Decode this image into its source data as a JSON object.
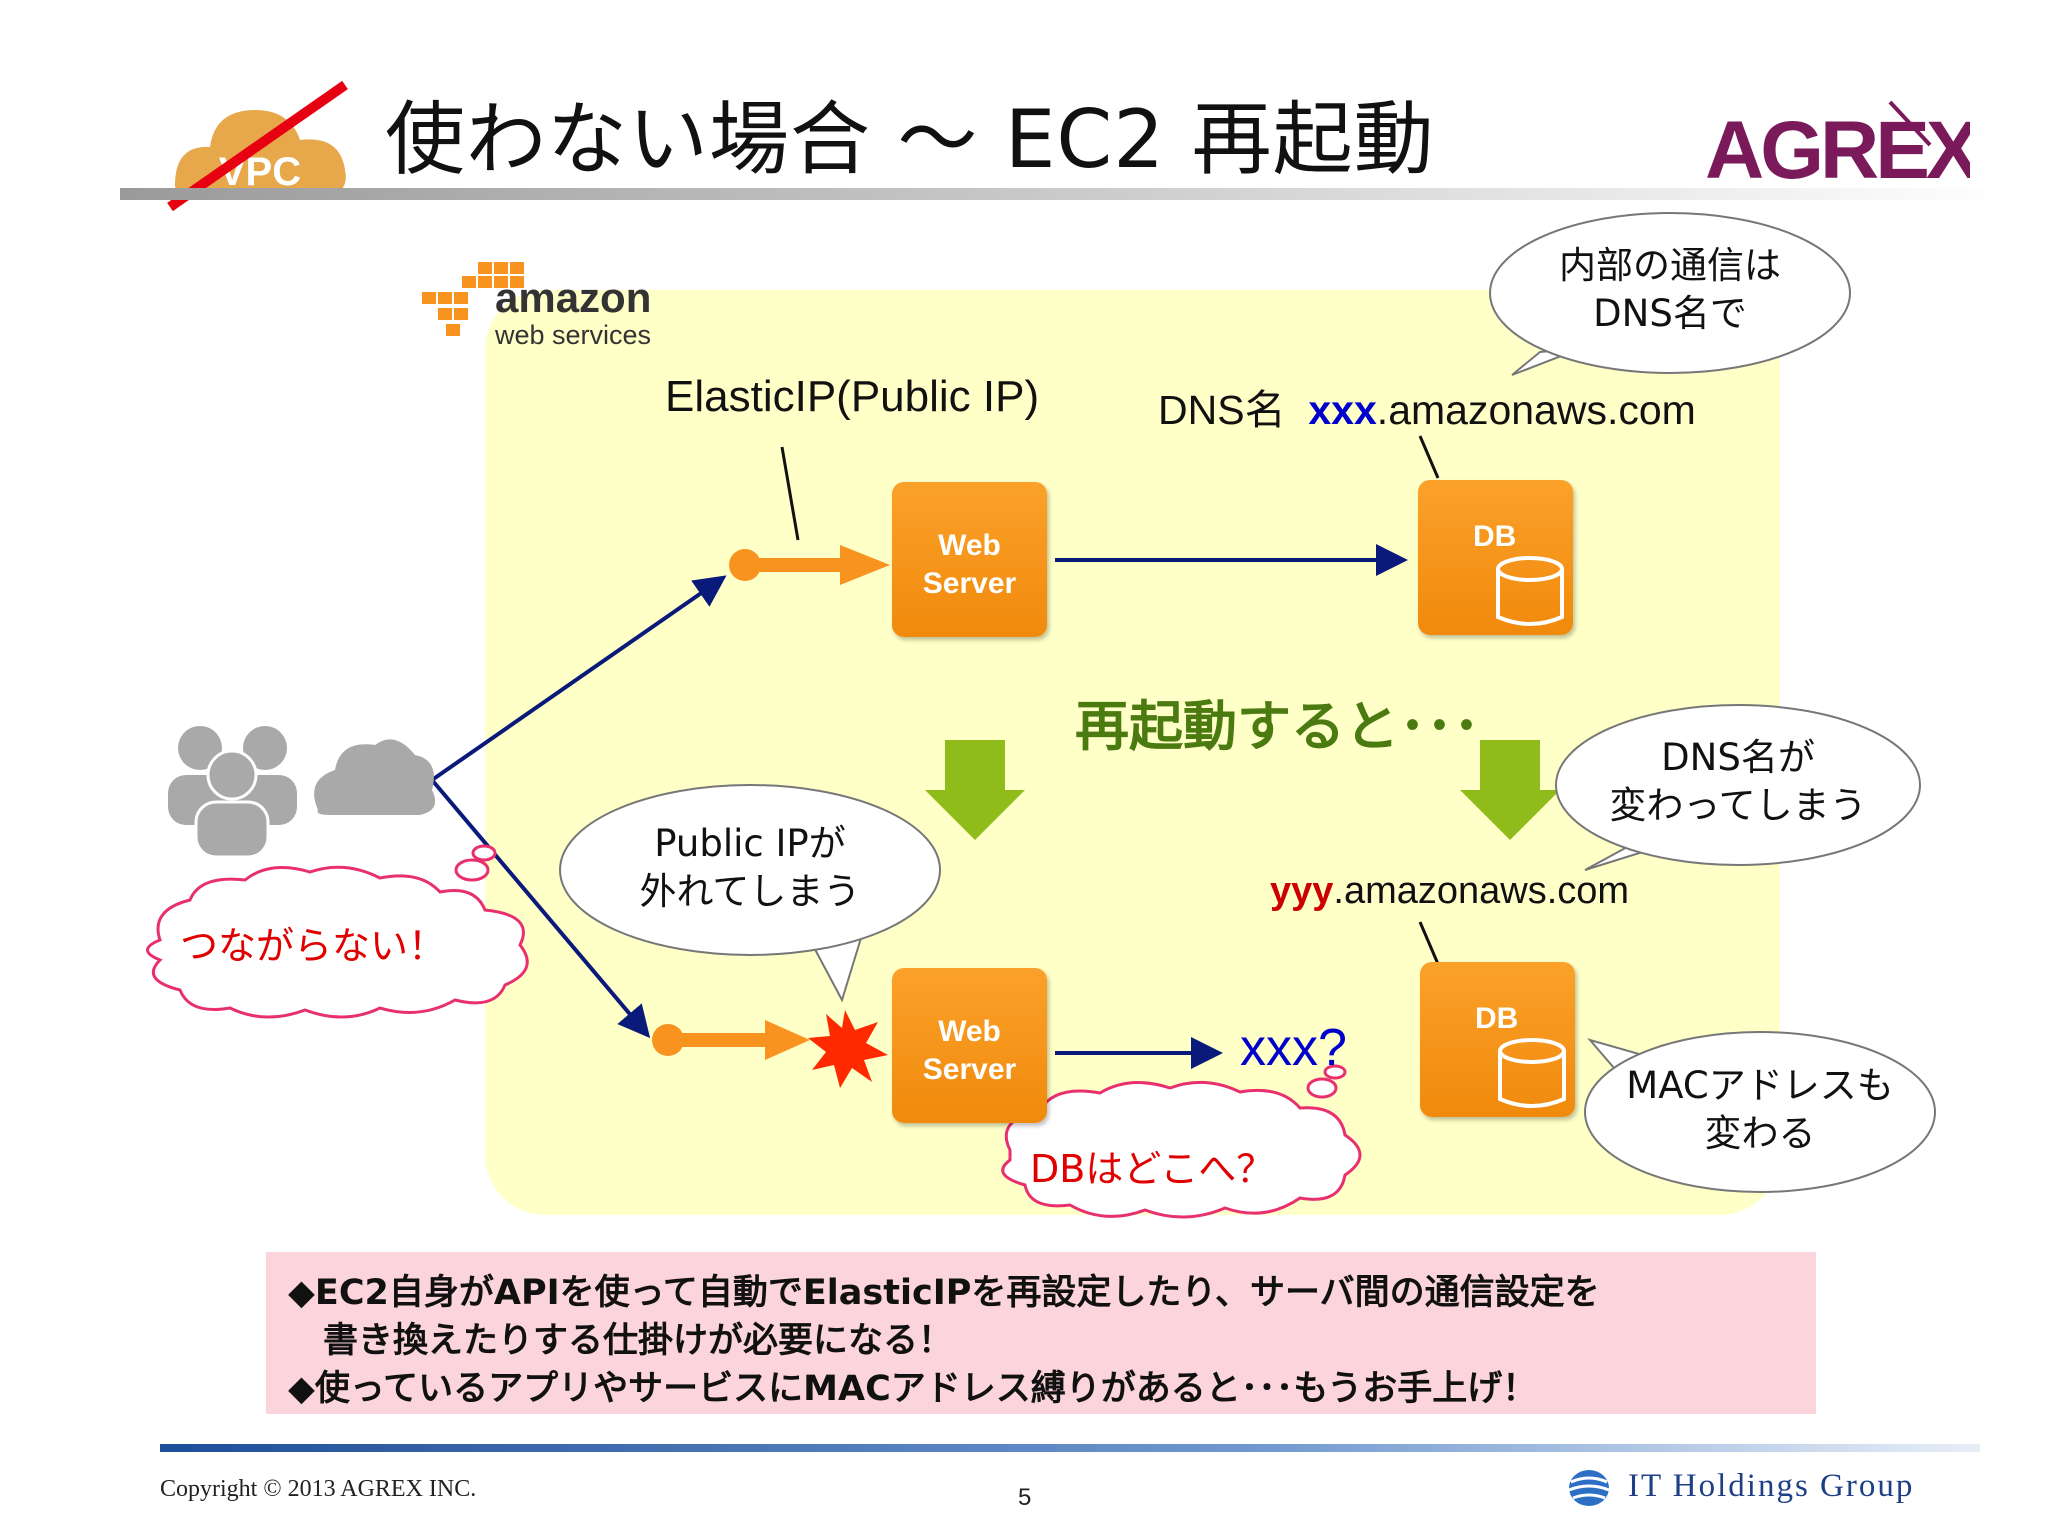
{
  "header": {
    "title": "使わない場合 ～ EC2 再起動",
    "vpc_logo_text": "VPC",
    "brand_logo": "AGREX"
  },
  "aws_logo": {
    "line1": "amazon",
    "line2": "web services"
  },
  "labels": {
    "elastic_ip": "ElasticIP(Public IP)",
    "dns_prefix": "DNS名",
    "xxx": "xxx",
    "domain": ".amazonaws.com",
    "yyy": "yyy",
    "xxx_question": "xxx?",
    "restart": "再起動すると･･･"
  },
  "nodes": {
    "web_server_label_1": "Web",
    "web_server_label_2": "Server",
    "db_label": "DB"
  },
  "bubbles": {
    "internal": [
      "内部の通信は",
      "DNS名で"
    ],
    "dns_changes": [
      "DNS名が",
      "変わってしまう"
    ],
    "public_ip": [
      "Public IPが",
      "外れてしまう"
    ],
    "mac": [
      "MACアドレスも",
      "変わる"
    ]
  },
  "clouds": {
    "no_connect": "つながらない！",
    "where_db": "DBはどこへ？"
  },
  "notes": [
    "◆EC2自身がAPIを使って自動でElasticIPを再設定したり、サーバ間の通信設定を",
    "　書き換えたりする仕掛けが必要になる！",
    "◆使っているアプリやサービスにMACアドレス縛りがあると･･･もうお手上げ！"
  ],
  "footer": {
    "copyright": "Copyright © 2013 AGREX INC.",
    "page": "5",
    "group": "IT Holdings Group"
  },
  "colors": {
    "orange": "#f7931e",
    "zone": "#ffffc8",
    "arrow_blue": "#0a1a7a",
    "green_arrow": "#8fbc1a",
    "note_bg": "#fcd5dc",
    "brand_purple": "#7a1a5a"
  }
}
